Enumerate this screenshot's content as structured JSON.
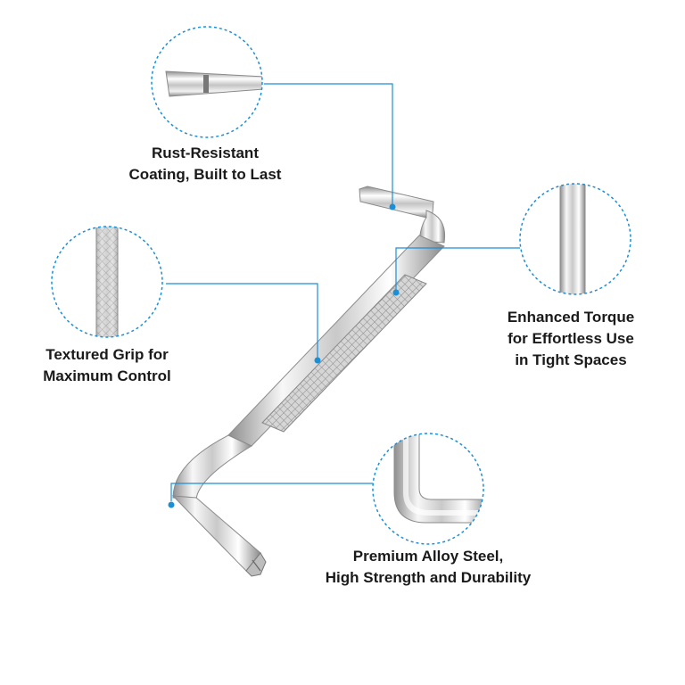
{
  "callouts": [
    {
      "id": "rust-resistant",
      "lines": [
        "Rust-Resistant",
        "Coating, Built to Last"
      ]
    },
    {
      "id": "textured-grip",
      "lines": [
        "Textured Grip for",
        "Maximum Control"
      ]
    },
    {
      "id": "enhanced-torque",
      "lines": [
        "Enhanced Torque",
        "for Effortless Use",
        "in Tight Spaces"
      ]
    },
    {
      "id": "alloy-steel",
      "lines": [
        "Premium Alloy Steel,",
        "High Strength and Durability"
      ]
    }
  ],
  "colors": {
    "accent": "#1b8fd6",
    "background": "#ffffff",
    "text": "#1a1a1a",
    "chrome_light": "#f4f4f4",
    "chrome_dark": "#9a9a9a"
  },
  "icons": [
    "slotted-tip-icon",
    "phillips-tip-icon",
    "knurled-grip-icon",
    "screwdriver-image"
  ]
}
